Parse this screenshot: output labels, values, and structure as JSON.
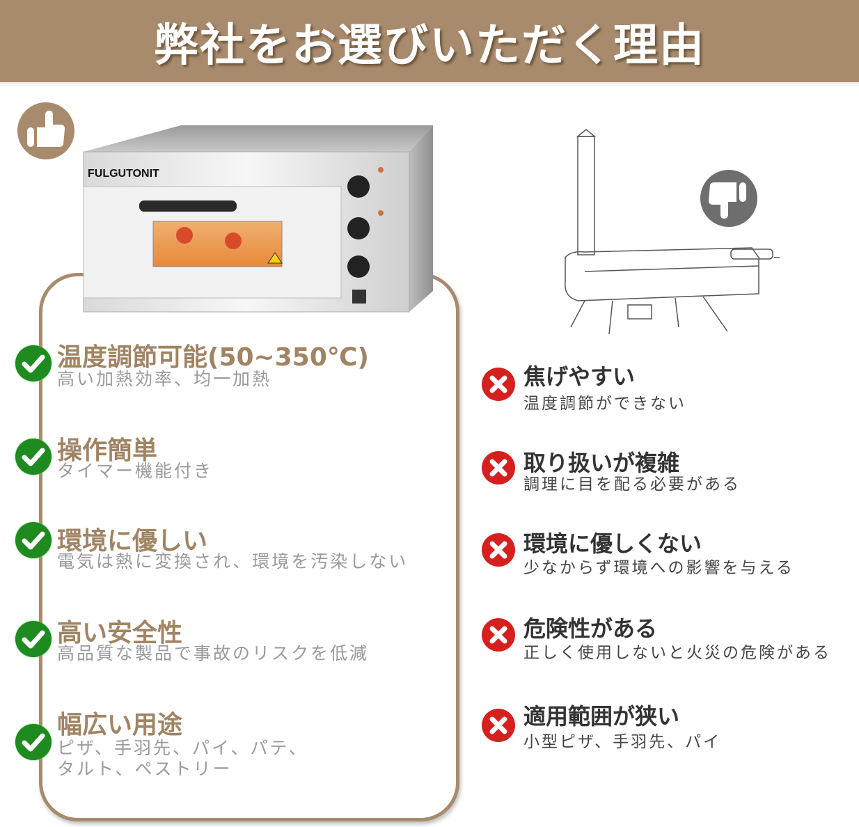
{
  "header": {
    "title": "弊社をお選びいただく理由"
  },
  "colors": {
    "brand": "#a88b6c",
    "pro_check": "#1f8a1f",
    "con_cross": "#d61f1f",
    "thumb_down": "#6e6e6e"
  },
  "product": {
    "brand_label": "FULGUTONIT",
    "image": "electric-pizza-oven",
    "thumb_icon": "thumbs-up-icon"
  },
  "competitor": {
    "image": "wood-pellet-pizza-oven-line-drawing",
    "thumb_icon": "thumbs-down-icon"
  },
  "pros": [
    {
      "title": "温度調節可能(50~350℃)",
      "desc": "高い加熱効率、均一加熱"
    },
    {
      "title": "操作簡単",
      "desc": "タイマー機能付き"
    },
    {
      "title": "環境に優しい",
      "desc": "電気は熱に変換され、環境を汚染しない"
    },
    {
      "title": "高い安全性",
      "desc": "高品質な製品で事故のリスクを低減"
    },
    {
      "title": "幅広い用途",
      "desc": "ピザ、手羽先、パイ、パテ、\nタルト、ペストリー"
    }
  ],
  "cons": [
    {
      "title": "焦げやすい",
      "desc": "温度調節ができない"
    },
    {
      "title": "取り扱いが複雑",
      "desc": "調理に目を配る必要がある"
    },
    {
      "title": "環境に優しくない",
      "desc": "少なからず環境への影響を与える"
    },
    {
      "title": "危険性がある",
      "desc": "正しく使用しないと火災の危険がある"
    },
    {
      "title": "適用範囲が狭い",
      "desc": "小型ピザ、手羽先、パイ"
    }
  ]
}
